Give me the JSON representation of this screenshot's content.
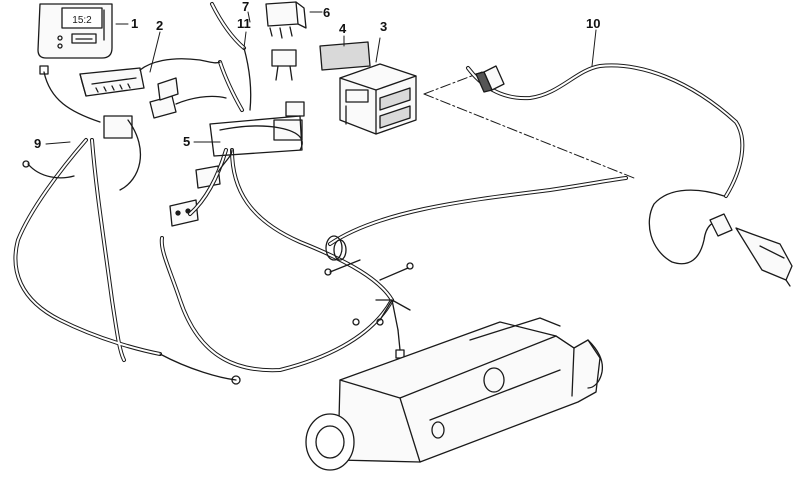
{
  "diagram": {
    "callouts": [
      {
        "id": "c1",
        "label": "1"
      },
      {
        "id": "c2",
        "label": "2"
      },
      {
        "id": "c3",
        "label": "3"
      },
      {
        "id": "c4",
        "label": "4"
      },
      {
        "id": "c5",
        "label": "5"
      },
      {
        "id": "c6",
        "label": "6"
      },
      {
        "id": "c7",
        "label": "7"
      },
      {
        "id": "c9",
        "label": "9"
      },
      {
        "id": "c10",
        "label": "10"
      },
      {
        "id": "c11",
        "label": "11"
      }
    ],
    "timer_display": "15:2"
  },
  "colors": {
    "line": "#1a1a1a",
    "background": "#ffffff"
  }
}
